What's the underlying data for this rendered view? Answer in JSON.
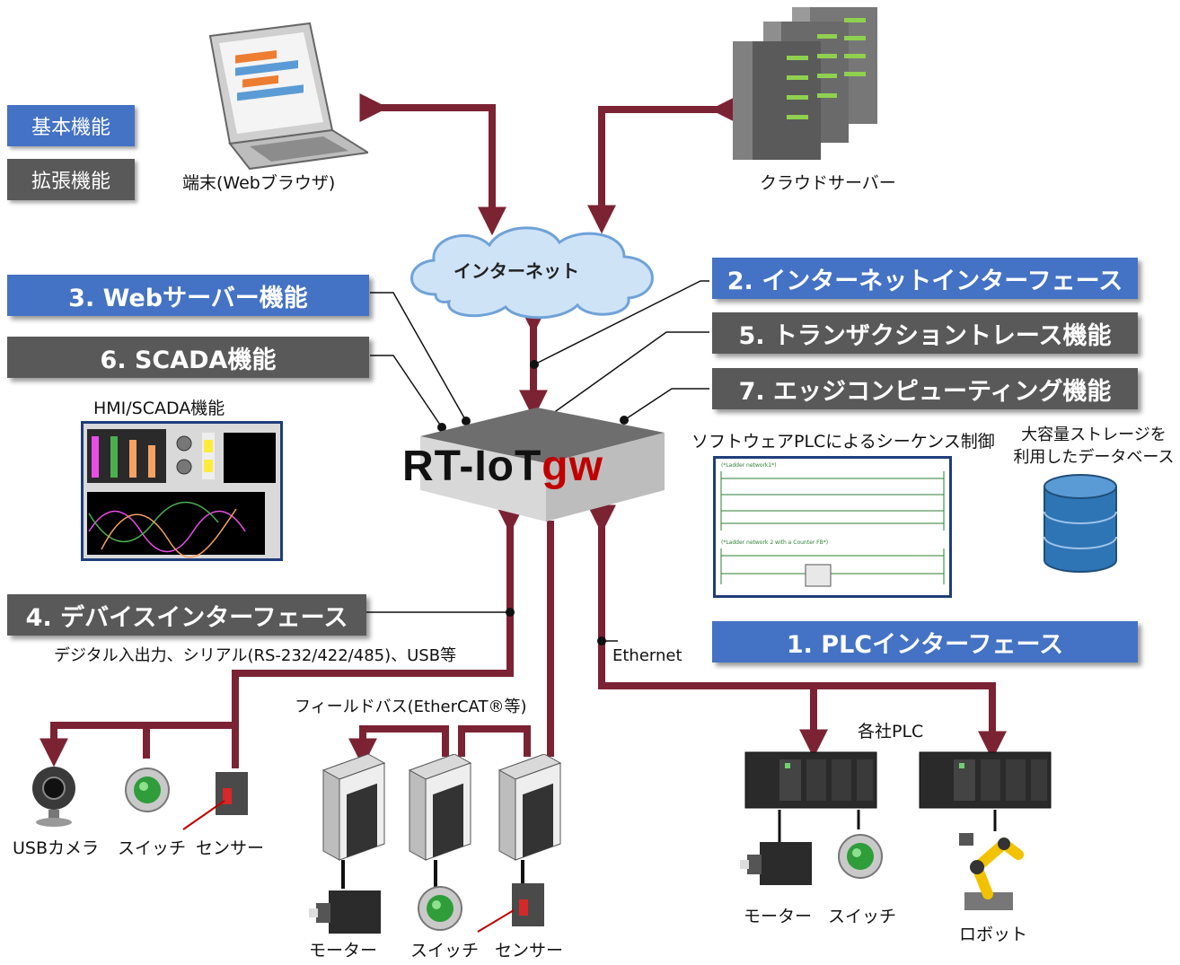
{
  "legend": {
    "basic": "基本機能",
    "extended": "拡張機能"
  },
  "colors": {
    "basic": "#4472c4",
    "extended": "#595959",
    "connector": "#7b2333"
  },
  "top": {
    "terminal_label": "端末(Webブラウザ)",
    "cloud_label": "クラウドサーバー",
    "internet_label": "インターネット"
  },
  "features": {
    "f2": "2. インターネットインターフェース",
    "f5": "5. トランザクショントレース機能",
    "f7": "7. エッジコンピューティング機能",
    "f3": "3. Webサーバー機能",
    "f6": "6. SCADA機能",
    "f4": "4. デバイスインターフェース",
    "f1": "1. PLCインターフェース"
  },
  "gateway": {
    "name_main": "RT-IoT",
    "name_accent": "gw"
  },
  "hmi": {
    "title": "HMI/SCADA機能"
  },
  "plc_soft": {
    "title": "ソフトウェアPLCによるシーケンス制御",
    "net1": "(*Ladder network1*)",
    "net2": "(*Ladder network 2 with a Counter FB*)"
  },
  "storage": {
    "line1": "大容量ストレージを",
    "line2": "利用したデータベース"
  },
  "device_if": {
    "desc": "デジタル入出力、シリアル(RS-232/422/485)、USB等"
  },
  "fieldbus": {
    "label": "フィールドバス(EtherCAT®等)"
  },
  "ethernet": {
    "label": "Ethernet"
  },
  "plc_group": {
    "label": "各社PLC"
  },
  "devices": {
    "usb_camera": "USBカメラ",
    "switch": "スイッチ",
    "sensor": "センサー",
    "motor": "モーター",
    "robot": "ロボット"
  }
}
